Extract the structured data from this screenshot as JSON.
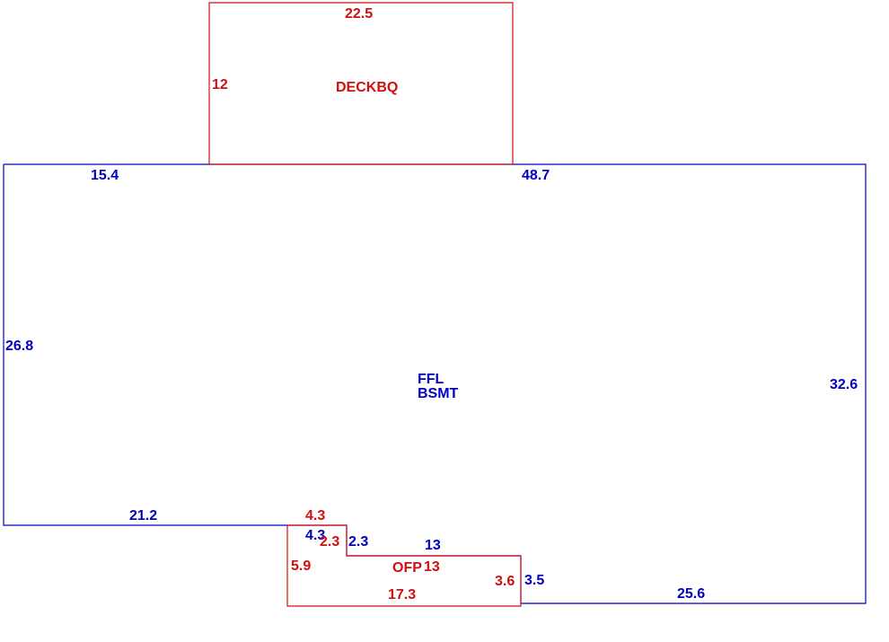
{
  "colors": {
    "blue": "#0000c0",
    "red": "#d01010"
  },
  "areas": {
    "deck": {
      "name": "DECKBQ"
    },
    "main": {
      "name_line1": "FFL",
      "name_line2": "BSMT"
    },
    "porch": {
      "name": "OFP"
    }
  },
  "dimensions": {
    "deck_top": "22.5",
    "deck_left": "12",
    "main_top_left": "15.4",
    "main_top_right": "48.7",
    "main_left": "26.8",
    "main_right": "32.6",
    "main_bottom_left": "21.2",
    "main_step_down": "4.3",
    "main_step_right": "2.3",
    "main_step_top": "13",
    "main_step_side": "3.5",
    "main_bottom_right": "25.6",
    "porch_top": "4.3",
    "porch_step": "2.3",
    "porch_left": "5.9",
    "porch_inner_top": "13",
    "porch_right": "3.6",
    "porch_bottom": "17.3"
  }
}
